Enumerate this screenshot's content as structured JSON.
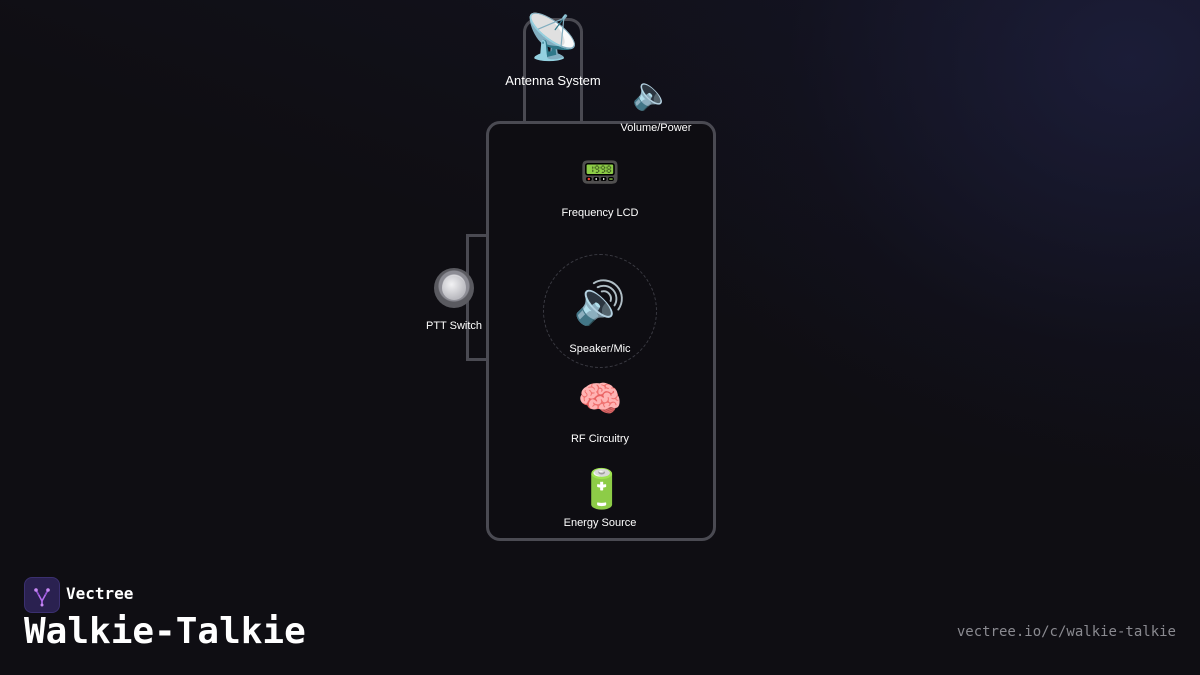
{
  "diagram": {
    "components": {
      "antenna": {
        "icon": "satellite-dish-icon",
        "emoji": "📡",
        "label": "Antenna System"
      },
      "volume": {
        "icon": "speaker-icon",
        "emoji": "🔈",
        "label": "Volume/Power"
      },
      "lcd": {
        "icon": "pager-icon",
        "emoji": "📟",
        "label": "Frequency LCD"
      },
      "ptt": {
        "icon": "radio-button-icon",
        "label": "PTT Switch"
      },
      "speaker": {
        "icon": "speaker-loud-icon",
        "emoji": "🔊",
        "label": "Speaker/Mic"
      },
      "rf": {
        "icon": "brain-icon",
        "emoji": "🧠",
        "label": "RF Circuitry"
      },
      "battery": {
        "icon": "battery-icon",
        "emoji": "🔋",
        "label": "Energy Source"
      }
    },
    "colors": {
      "outline": "#4a4a52",
      "background": "#0f0e13"
    }
  },
  "footer": {
    "brand": "Vectree",
    "title": "Walkie-Talkie",
    "url": "vectree.io/c/walkie-talkie",
    "brand_color": "#2a2150"
  }
}
